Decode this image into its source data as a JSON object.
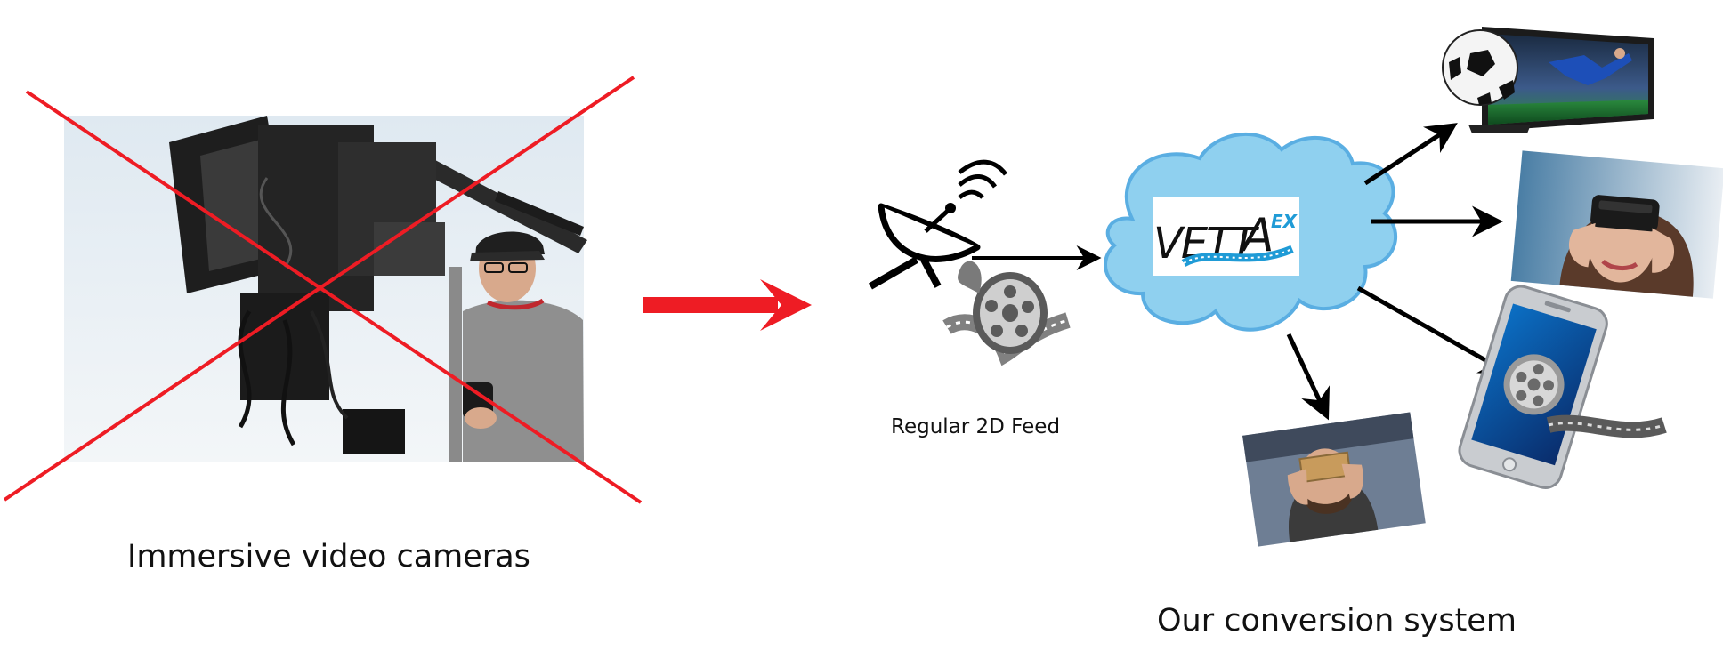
{
  "captions": {
    "cameras": "Immersive video cameras",
    "feed": "Regular 2D Feed",
    "system": "Our conversion system"
  },
  "logo": {
    "main": "VETT",
    "accent": "A",
    "suffix": "EX"
  },
  "colors": {
    "cross": "#ee1c24",
    "big_arrow": "#ee1c24",
    "cloud_fill": "#8fd0ef",
    "cloud_stroke": "#5aaee2",
    "arrow": "#000000",
    "logo_blue": "#1f9bd6"
  },
  "icons": [
    "satellite-dish-icon",
    "film-reel-icon",
    "cloud-icon",
    "tv-icon",
    "vr-headset-icon",
    "smartphone-icon",
    "cardboard-vr-icon"
  ]
}
